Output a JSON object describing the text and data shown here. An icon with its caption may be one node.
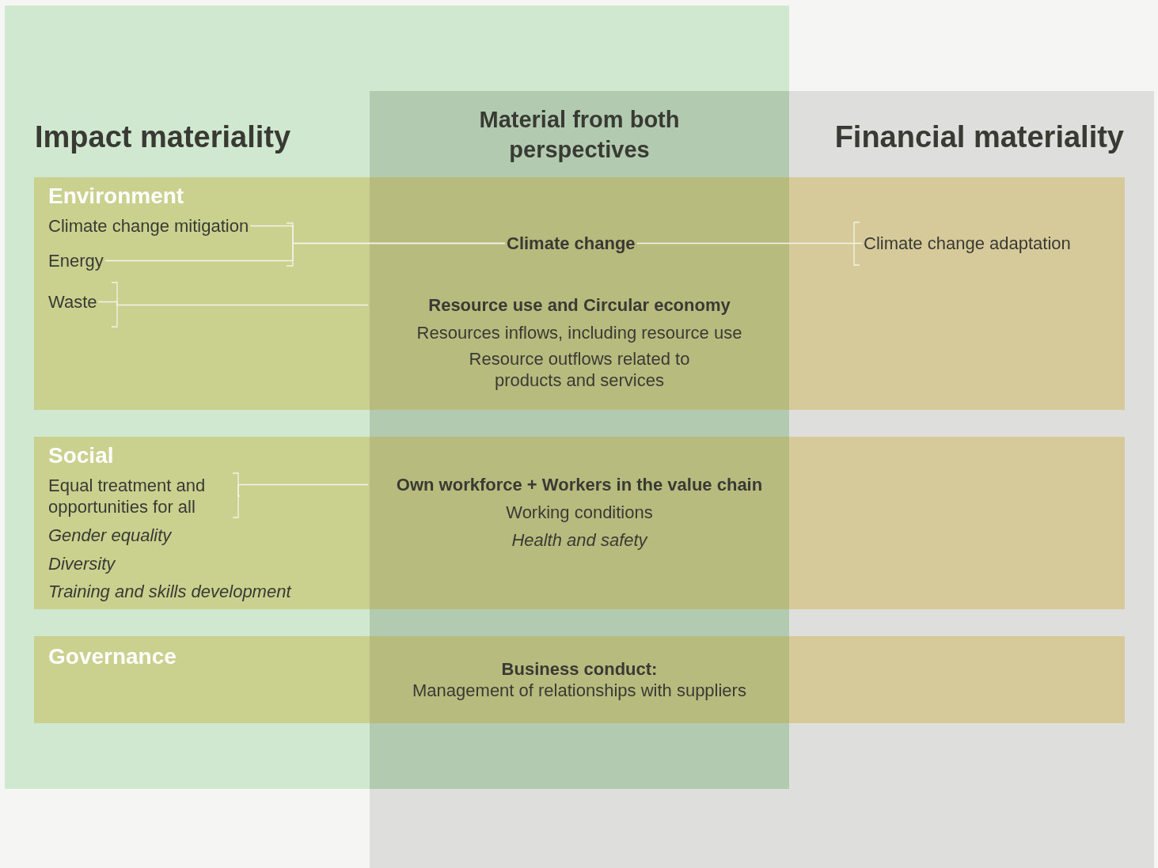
{
  "diagram": {
    "nodes": [
      {
        "text": [
          "Impact materiality"
        ]
      },
      {
        "text": [
          "Material from both perspectives"
        ]
      },
      {
        "text": [
          "Financial materiality"
        ]
      },
      {
        "text": [
          "Environment"
        ]
      },
      {
        "text": [
          "Climate change mitigation"
        ]
      },
      {
        "text": [
          "Energy"
        ]
      },
      {
        "text": [
          "Climate change"
        ]
      },
      {
        "text": [
          "Climate change adaptation"
        ]
      },
      {
        "text": [
          "Waste"
        ]
      },
      {
        "text": [
          "Resource use and Circular economy",
          "Resources inflows, including resource use",
          "Resource outflows related to products and services"
        ]
      },
      {
        "text": [
          "Social"
        ]
      },
      {
        "text": [
          "Equal treatment and opportunities for all"
        ]
      },
      {
        "text": [
          "Own workforce + Workers in the value chain",
          "Working conditions",
          "Health and safety"
        ]
      },
      {
        "text": [
          "Governance"
        ]
      },
      {
        "text": [
          "Business conduct:",
          "Management of relationships with suppliers"
        ]
      }
    ],
    "edges": [
      {
        "from": 4,
        "to": 6,
        "arrow": "none"
      },
      {
        "from": 5,
        "to": 6,
        "arrow": "none"
      },
      {
        "from": 7,
        "to": 6,
        "arrow": "none"
      },
      {
        "from": 8,
        "to": 9,
        "arrow": "none"
      },
      {
        "from": 11,
        "to": 12,
        "arrow": "none"
      }
    ],
    "labels": [
      "Gender equality",
      "Diversity",
      "Training and skills development"
    ]
  }
}
